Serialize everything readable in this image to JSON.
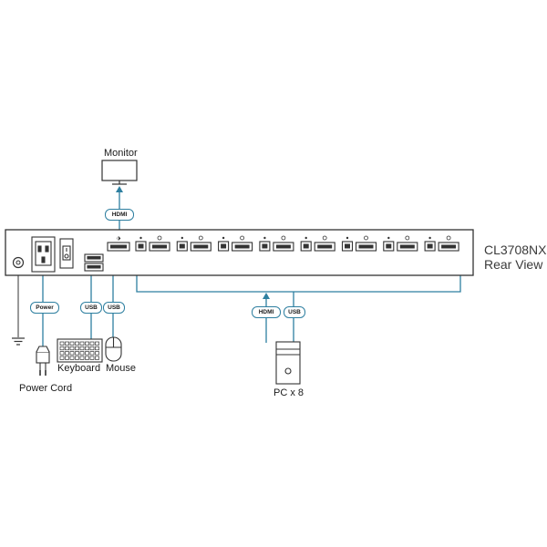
{
  "model": {
    "name": "CL3708NX",
    "view": "Rear View"
  },
  "labels": {
    "monitor": "Monitor",
    "keyboard": "Keyboard",
    "mouse": "Mouse",
    "power_cord": "Power Cord",
    "pc": "PC x 8"
  },
  "tags": {
    "monitor_hdmi": "HDMI",
    "power": "Power",
    "keyboard_usb": "USB",
    "mouse_usb": "USB",
    "pc_hdmi": "HDMI",
    "pc_usb": "USB"
  },
  "kvm_port_count": 8,
  "colors": {
    "device_outline": "#333333",
    "cable": "#2e7fa0",
    "tag_border": "#2e7fa0"
  }
}
